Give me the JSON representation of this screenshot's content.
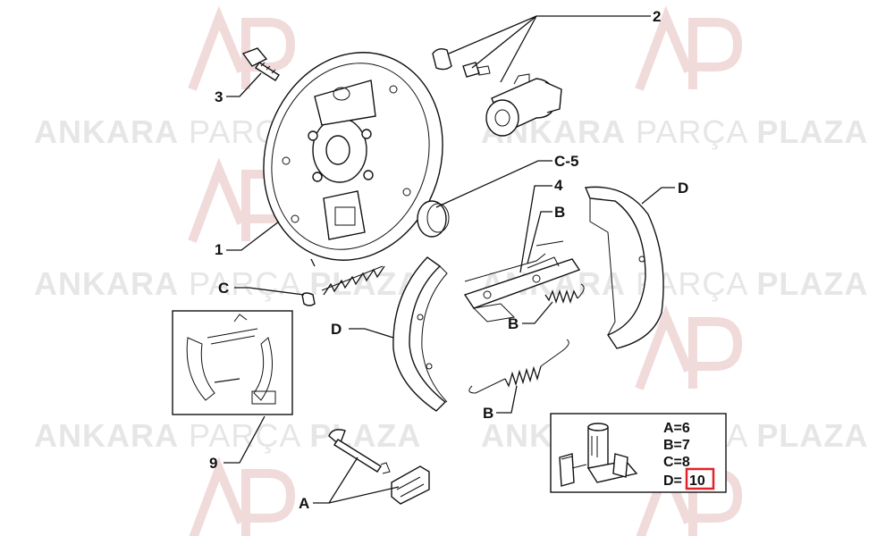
{
  "watermark": {
    "brand_bold_1": "ANKARA",
    "brand_light": "PARÇA",
    "brand_bold_2": "PLAZA",
    "logo_text": "AP"
  },
  "labels": {
    "l1": "1",
    "l2": "2",
    "l3": "3",
    "l4": "4",
    "lc5": "C-5",
    "lb1": "B",
    "lb2": "B",
    "lb3": "B",
    "lc": "C",
    "ld1": "D",
    "ld2": "D",
    "l9": "9",
    "la": "A"
  },
  "legend": {
    "items": [
      "A=6",
      "B=7",
      "C=8",
      "D="
    ],
    "highlight": "10",
    "highlight_color": "#e0242a"
  }
}
